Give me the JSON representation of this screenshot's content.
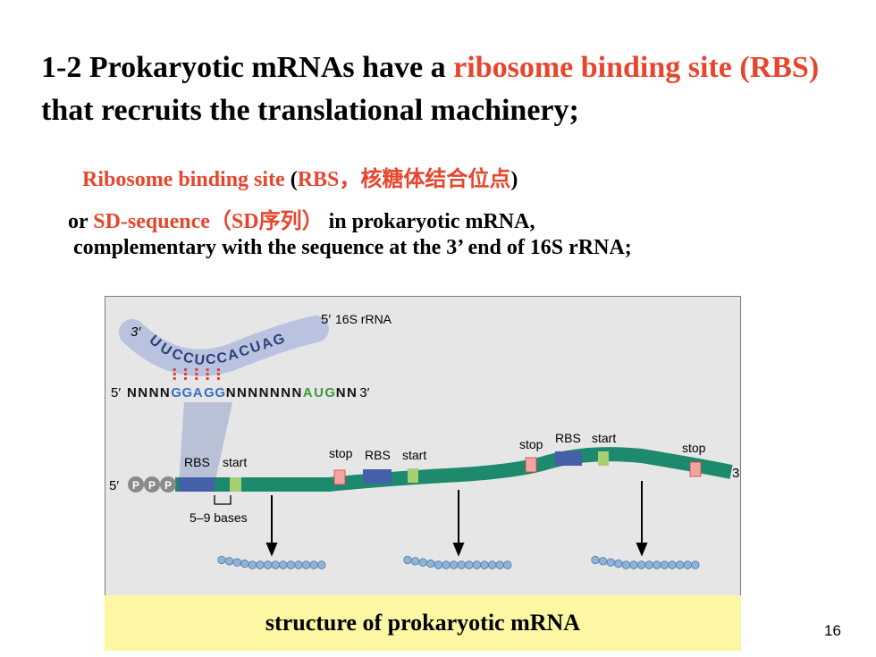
{
  "title": {
    "part1": "1-2 Prokaryotic mRNAs have a ",
    "highlight1": "ribosome binding site",
    "part2": " ",
    "highlight2": "(RBS)",
    "part3": " that recruits the translational machinery;"
  },
  "body": {
    "line1": {
      "hl1": "Ribosome binding site",
      "t1": " (",
      "hl2": "RBS",
      "hl3": "，核糖体结合位点",
      "t2": ")"
    },
    "line2": {
      "t1": "or ",
      "hl1": "SD-sequence",
      "hl2": "（",
      "hl3": "SD",
      "hl4": "序列",
      "hl5": "）",
      "t2": " in prokaryotic mRNA,"
    },
    "line3": "complementary with the sequence at the 3’ end of 16S rRNA;"
  },
  "figure": {
    "rrna_label": "16S rRNA",
    "rrna_5prime": "5′",
    "rrna_3prime": "3′",
    "rrna_letters": [
      "U",
      "U",
      "C",
      "C",
      "U",
      "C",
      "C",
      "A",
      "C",
      "U",
      "A",
      "G"
    ],
    "mrna_5prime": "5′",
    "mrna_3prime": "3′",
    "mrna_letters": [
      "N",
      "N",
      "N",
      "N",
      "G",
      "G",
      "A",
      "G",
      "G",
      "N",
      "N",
      "N",
      "N",
      "N",
      "N",
      "N",
      "A",
      "U",
      "G",
      "N",
      "N"
    ],
    "phosphates": [
      "P",
      "P",
      "P"
    ],
    "strand_5prime": "5′",
    "strand_3prime": "3",
    "rbs_label": "RBS",
    "start_label": "start",
    "stop_label": "stop",
    "spacing_label": "5–9 bases",
    "colors": {
      "strand": "#1d8a6d",
      "rbs_box": "#4560a8",
      "start_box": "#a7cf71",
      "stop_box": "#f2a4a0",
      "sd_highlight": "#3b6cc4",
      "aug": "#3a9a3a",
      "pairing": "#e04040",
      "bead": "#8fb3d6"
    }
  },
  "caption": "structure of prokaryotic mRNA",
  "page_number": "16"
}
